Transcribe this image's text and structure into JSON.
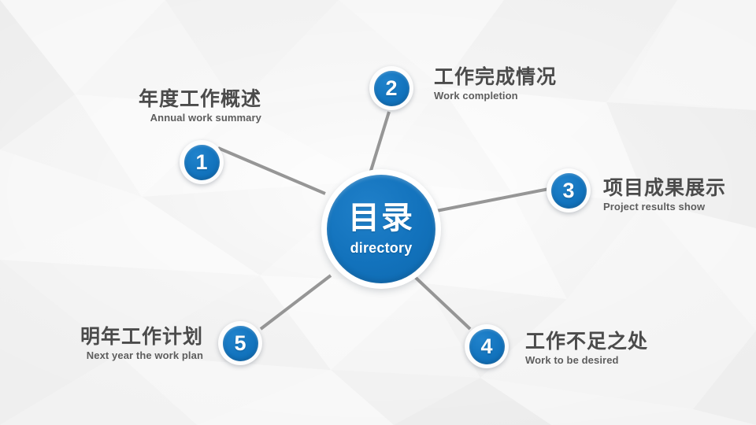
{
  "slide": {
    "background_color": "#f4f4f4",
    "accent_color": "#1272bc",
    "text_color": "#4b4b4b",
    "connector_color": "#8e8e8e"
  },
  "center": {
    "title_cn": "目录",
    "title_en": "directory"
  },
  "items": [
    {
      "number": "1",
      "title_cn": "年度工作概述",
      "title_en": "Annual work summary"
    },
    {
      "number": "2",
      "title_cn": "工作完成情况",
      "title_en": "Work completion"
    },
    {
      "number": "3",
      "title_cn": "项目成果展示",
      "title_en": "Project results show"
    },
    {
      "number": "4",
      "title_cn": "工作不足之处",
      "title_en": "Work to be desired"
    },
    {
      "number": "5",
      "title_cn": "明年工作计划",
      "title_en": "Next year the work plan"
    }
  ]
}
